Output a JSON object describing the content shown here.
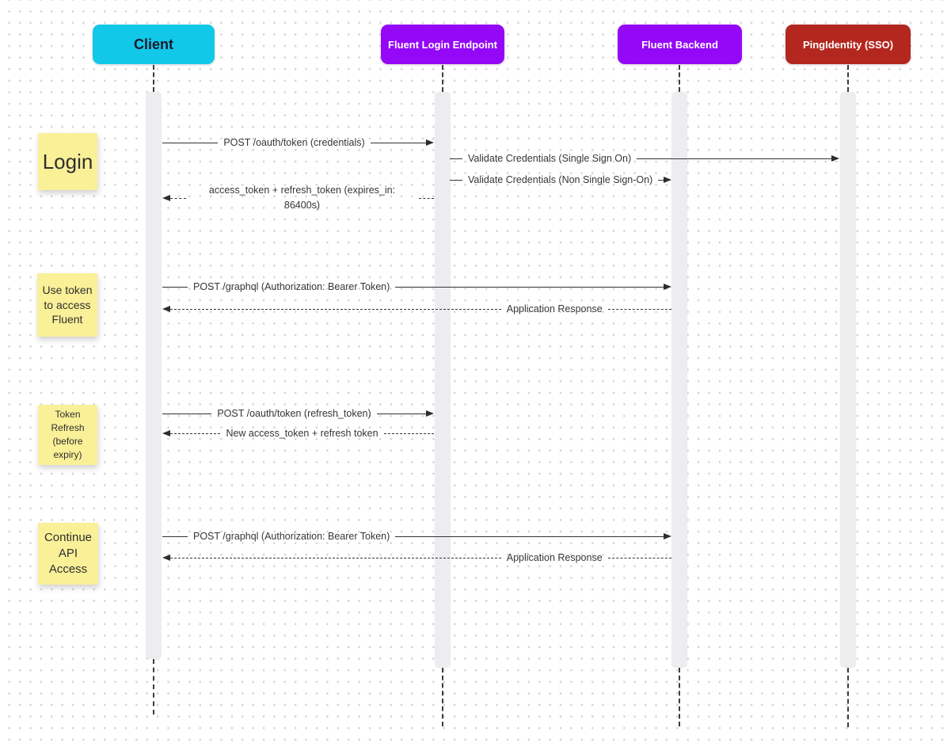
{
  "actors": [
    {
      "label": "Client",
      "color": "#12c8e8",
      "text_color": "#1a1a2e"
    },
    {
      "label": "Fluent Login Endpoint",
      "color": "#9408f7",
      "text_color": "#ffffff"
    },
    {
      "label": "Fluent Backend",
      "color": "#9408f7",
      "text_color": "#ffffff"
    },
    {
      "label": "PingIdentity (SSO)",
      "color": "#b3271f",
      "text_color": "#ffffff"
    }
  ],
  "notes": [
    {
      "label": "Login"
    },
    {
      "label": "Use token to access Fluent"
    },
    {
      "label": "Token Refresh (before expiry)"
    },
    {
      "label": "Continue API Access"
    }
  ],
  "messages": [
    {
      "label": "POST /oauth/token (credentials)",
      "from": "Client",
      "to": "Fluent Login Endpoint",
      "style": "solid"
    },
    {
      "label": "Validate Credentials (Single Sign On)",
      "from": "Fluent Login Endpoint",
      "to": "PingIdentity (SSO)",
      "style": "solid"
    },
    {
      "label": "Validate Credentials (Non Single Sign-On)",
      "from": "Fluent Login Endpoint",
      "to": "Fluent Backend",
      "style": "solid"
    },
    {
      "label": "access_token + refresh_token (expires_in: 86400s)",
      "from": "Fluent Login Endpoint",
      "to": "Client",
      "style": "dashed"
    },
    {
      "label": "POST /graphql (Authorization: Bearer Token)",
      "from": "Client",
      "to": "Fluent Backend",
      "style": "solid"
    },
    {
      "label": "Application Response",
      "from": "Fluent Backend",
      "to": "Client",
      "style": "dashed"
    },
    {
      "label": "POST /oauth/token (refresh_token)",
      "from": "Client",
      "to": "Fluent Login Endpoint",
      "style": "solid"
    },
    {
      "label": "New access_token + refresh token",
      "from": "Fluent Login Endpoint",
      "to": "Client",
      "style": "dashed"
    },
    {
      "label": "POST /graphql (Authorization: Bearer Token)",
      "from": "Client",
      "to": "Fluent Backend",
      "style": "solid"
    },
    {
      "label": "Application Response",
      "from": "Fluent Backend",
      "to": "Client",
      "style": "dashed"
    }
  ],
  "colors": {
    "sticky": "#f9f098",
    "activation_bar": "#ededf0",
    "line": "#333333",
    "canvas_dot": "#d4d4d4"
  }
}
